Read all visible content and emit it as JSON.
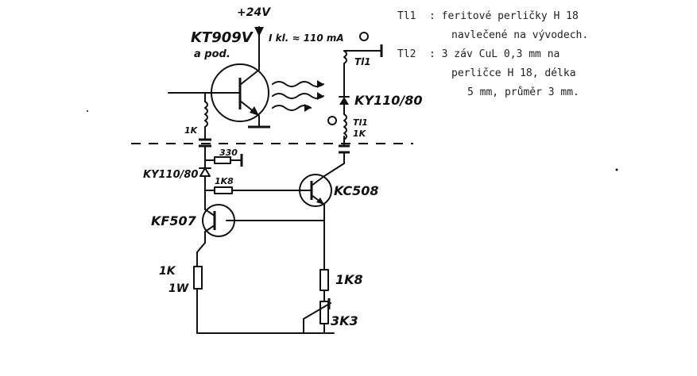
{
  "labels": {
    "supply": "+24V",
    "t1_part": "KT909V",
    "t1_note": "a pod.",
    "current": "I kl. ≈ 110 mA",
    "tl1_top": "Tl1",
    "diode_right": "KY110/80",
    "tl1_right": "Tl1",
    "r1k_right": "1K",
    "r1k_left": "1K",
    "r330": "330",
    "diode_left": "KY110/80",
    "r1k8_mid": "1K8",
    "t2_part": "KC508",
    "t3_part": "KF507",
    "r1k_1w_a": "1K",
    "r1k_1w_b": "1W",
    "r1k8_low": "1K8",
    "pot": "3K3"
  },
  "notes": {
    "line1_label": "Tl1",
    "line1_text": ": feritové perličky H 18",
    "line2_text": "navlečené na vývodech.",
    "line3_label": "Tl2",
    "line3_text": ": 3 záv CuL 0,3 mm na",
    "line4_text": "perličce H 18, délka",
    "line5_text": "5 mm, průměr 3 mm."
  }
}
